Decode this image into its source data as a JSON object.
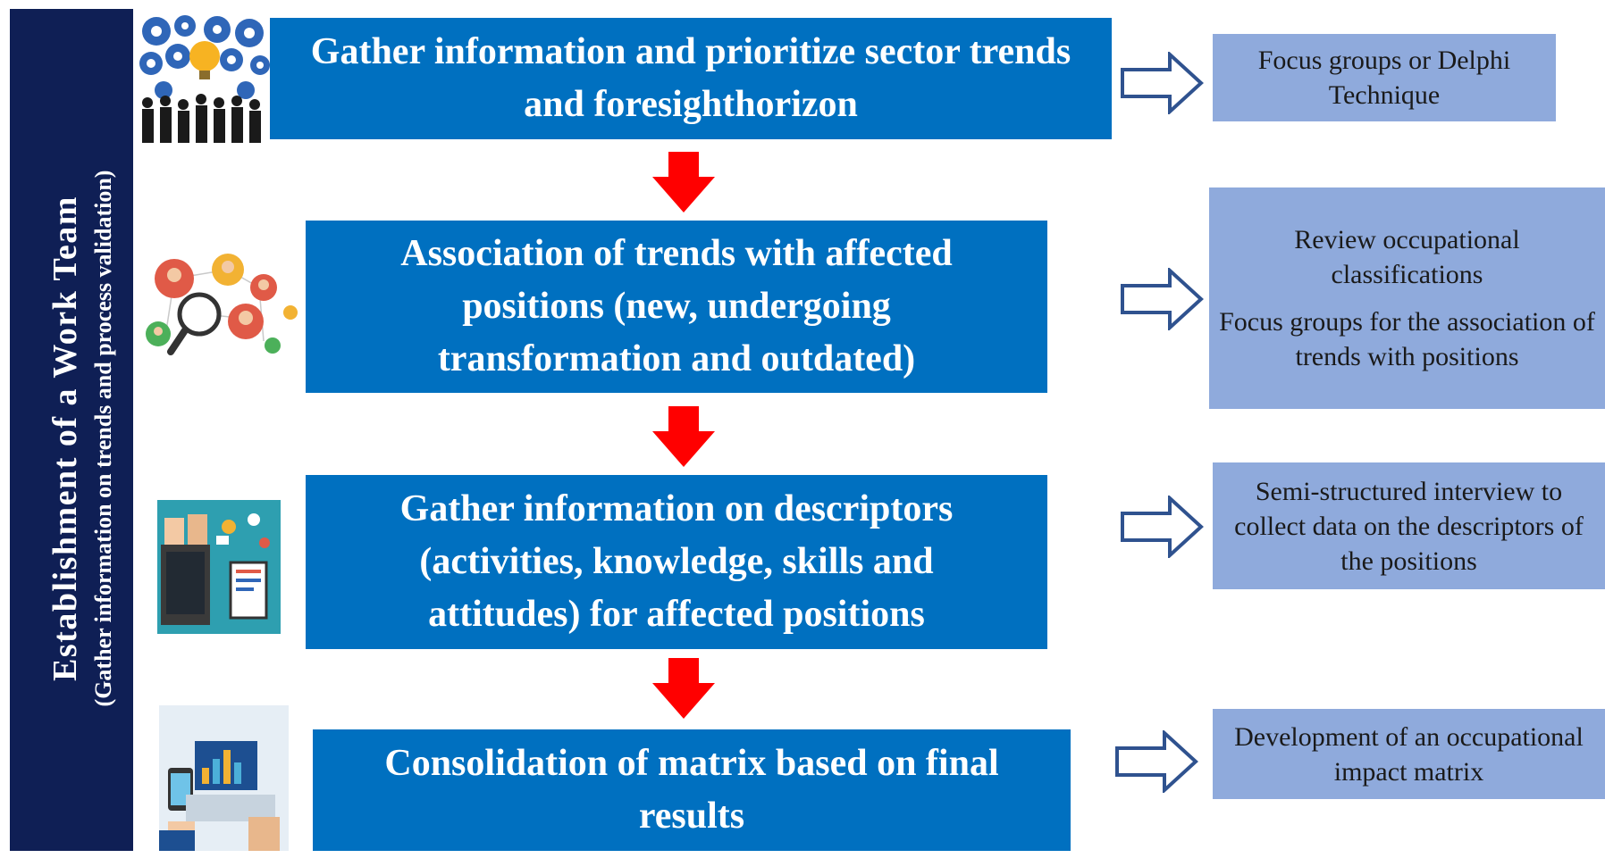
{
  "sidebar": {
    "title": "Establishment of a Work Team",
    "subtitle": "(Gather information on trends and process validation)"
  },
  "steps": [
    {
      "label": "Gather information and prioritize sector trends and foresighthorizon"
    },
    {
      "label": "Association of trends with affected positions (new, undergoing transformation and outdated)"
    },
    {
      "label": "Gather information on descriptors (activities, knowledge, skills and attitudes) for affected positions"
    },
    {
      "label": "Consolidation of matrix based on final results"
    }
  ],
  "notes": [
    {
      "lines": [
        "Focus groups or Delphi Technique"
      ]
    },
    {
      "lines": [
        "Review occupational classifications",
        "Focus groups for the association of trends with positions"
      ]
    },
    {
      "lines": [
        "Semi-structured interview to collect data on the descriptors of the positions"
      ]
    },
    {
      "lines": [
        "Development of an occupational impact matrix"
      ]
    }
  ],
  "colors": {
    "sidebar": "#0f1f55",
    "step_box": "#0070c0",
    "note_box": "#8faadc",
    "down_arrow": "#ff0000",
    "right_arrow_outline": "#2f528f"
  },
  "icons": [
    "gears-crowd-icon",
    "people-network-magnifier-icon",
    "devices-hands-icon",
    "analytics-laptop-icon"
  ]
}
